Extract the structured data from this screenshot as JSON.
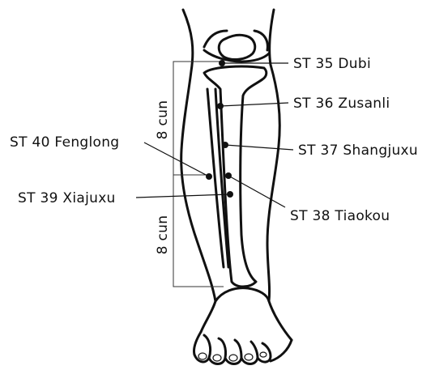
{
  "points": [
    {
      "code": "ST 35",
      "name": "Dubi",
      "label": "ST 35 Dubi"
    },
    {
      "code": "ST 36",
      "name": "Zusanli",
      "label": "ST 36 Zusanli"
    },
    {
      "code": "ST 37",
      "name": "Shangjuxu",
      "label": "ST 37 Shangjuxu"
    },
    {
      "code": "ST 38",
      "name": "Tiaokou",
      "label": "ST 38 Tiaokou"
    },
    {
      "code": "ST 39",
      "name": "Xiajuxu",
      "label": "ST 39 Xiajuxu"
    },
    {
      "code": "ST 40",
      "name": "Fenglong",
      "label": "ST 40 Fenglong"
    }
  ],
  "measurements": {
    "upper": "8 cun",
    "lower": "8 cun"
  },
  "colors": {
    "line": "#111111",
    "background": "#ffffff"
  }
}
